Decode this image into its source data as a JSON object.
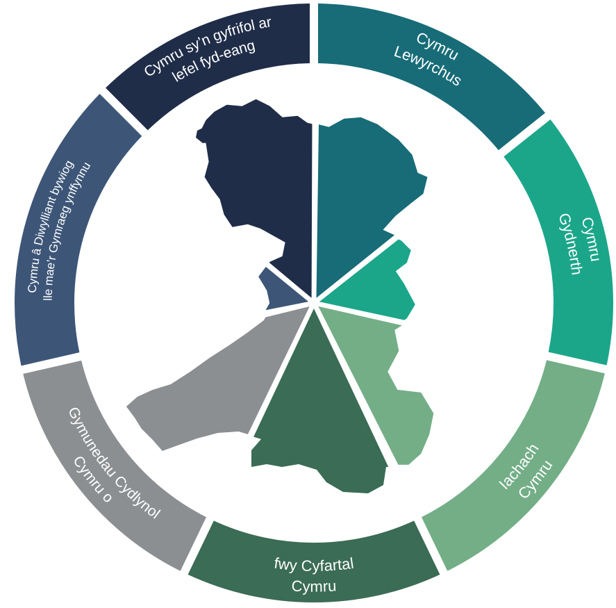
{
  "segments": [
    {
      "id": "global",
      "lines": [
        "Cymru sy’n gyfrifol ar",
        "lefel fyd-eang"
      ],
      "color": "#1f2d48"
    },
    {
      "id": "prosperous",
      "lines": [
        "Cymru",
        "Lewyrchus"
      ],
      "color": "#176c77"
    },
    {
      "id": "resilient",
      "lines": [
        "Cymru",
        "Gydnerth"
      ],
      "color": "#1ba68a"
    },
    {
      "id": "healthier",
      "lines": [
        "Cymru",
        "Iachach"
      ],
      "color": "#73ae87"
    },
    {
      "id": "equal",
      "lines": [
        "Cymru",
        "fwy Cyfartal"
      ],
      "color": "#3b6c55"
    },
    {
      "id": "cohesive",
      "lines": [
        "Cymru o",
        "Gymunedau Cydlynol"
      ],
      "color": "#8c8f92"
    },
    {
      "id": "culture",
      "lines": [
        "Cymru â Diwylliant bywiog",
        "lle mae’r Gymraeg ynffynnu"
      ],
      "color": "#3d5678"
    }
  ]
}
